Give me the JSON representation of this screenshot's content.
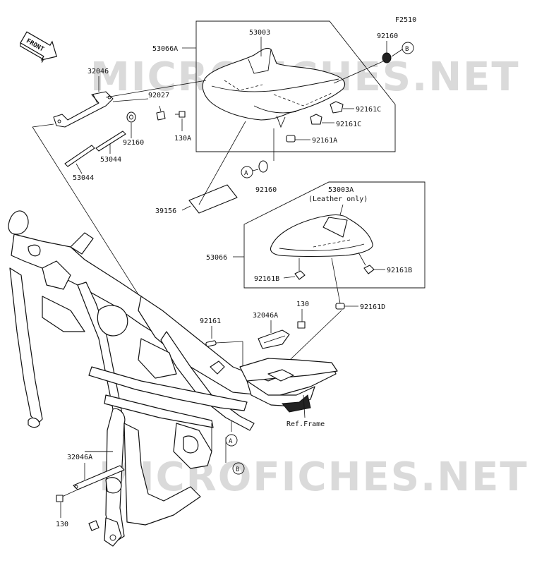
{
  "figure_code": "F2510",
  "front_label": "FRONT",
  "watermark_text": "MICROFICHES.NET",
  "note_leather_only": "(Leather only)",
  "ref_frame": "Ref.Frame",
  "ref_markers": {
    "a": "A",
    "b": "B"
  },
  "parts": {
    "p53066A": "53066A",
    "p53003": "53003",
    "p92160_top": "92160",
    "p32046": "32046",
    "p92027": "92027",
    "p92161C_1": "92161C",
    "p92161C_2": "92161C",
    "p92161A": "92161A",
    "p92160_left": "92160",
    "p130A": "130A",
    "p53044_a": "53044",
    "p53044_b": "53044",
    "p92160_mid": "92160",
    "p39156": "39156",
    "p53003A": "53003A",
    "p53066": "53066",
    "p92161B_left": "92161B",
    "p92161B_right": "92161B",
    "p92161D": "92161D",
    "p130_mid": "130",
    "p32046A_mid": "32046A",
    "p92161": "92161",
    "p32046A_low": "32046A",
    "p130_low": "130"
  }
}
